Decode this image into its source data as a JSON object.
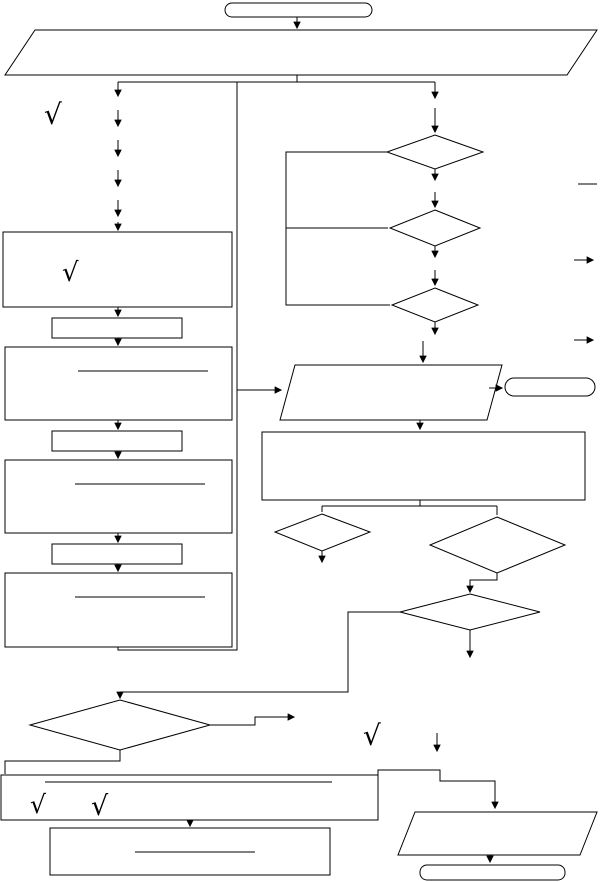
{
  "page": {
    "background_color": "#ffffff",
    "stroke_color": "#000000"
  },
  "labels": {
    "radical_1": "√",
    "radical_2": "√",
    "radical_3": "√",
    "radical_4": "√",
    "radical_5": "√"
  },
  "diagram": {
    "type": "flowchart",
    "nodes": [
      {
        "id": "start-terminator",
        "shape": "terminator"
      },
      {
        "id": "input-parallelogram-top",
        "shape": "parallelogram"
      },
      {
        "id": "process-box-a",
        "shape": "rectangle",
        "text": "√"
      },
      {
        "id": "process-box-b",
        "shape": "rectangle"
      },
      {
        "id": "process-box-c",
        "shape": "rectangle"
      },
      {
        "id": "process-box-d",
        "shape": "rectangle"
      },
      {
        "id": "process-box-e",
        "shape": "rectangle"
      },
      {
        "id": "process-box-f",
        "shape": "rectangle"
      },
      {
        "id": "process-box-g",
        "shape": "rectangle"
      },
      {
        "id": "decision-1",
        "shape": "diamond"
      },
      {
        "id": "decision-2",
        "shape": "diamond"
      },
      {
        "id": "decision-3",
        "shape": "diamond"
      },
      {
        "id": "io-parallelogram-mid",
        "shape": "parallelogram"
      },
      {
        "id": "terminator-side",
        "shape": "terminator"
      },
      {
        "id": "process-box-h",
        "shape": "rectangle"
      },
      {
        "id": "decision-4",
        "shape": "diamond"
      },
      {
        "id": "decision-5",
        "shape": "diamond"
      },
      {
        "id": "decision-6",
        "shape": "diamond"
      },
      {
        "id": "decision-7",
        "shape": "diamond"
      },
      {
        "id": "process-box-m",
        "shape": "rectangle",
        "text": "√ √"
      },
      {
        "id": "process-box-p",
        "shape": "rectangle"
      },
      {
        "id": "io-parallelogram-bottom",
        "shape": "parallelogram"
      },
      {
        "id": "end-terminator",
        "shape": "terminator"
      }
    ]
  }
}
